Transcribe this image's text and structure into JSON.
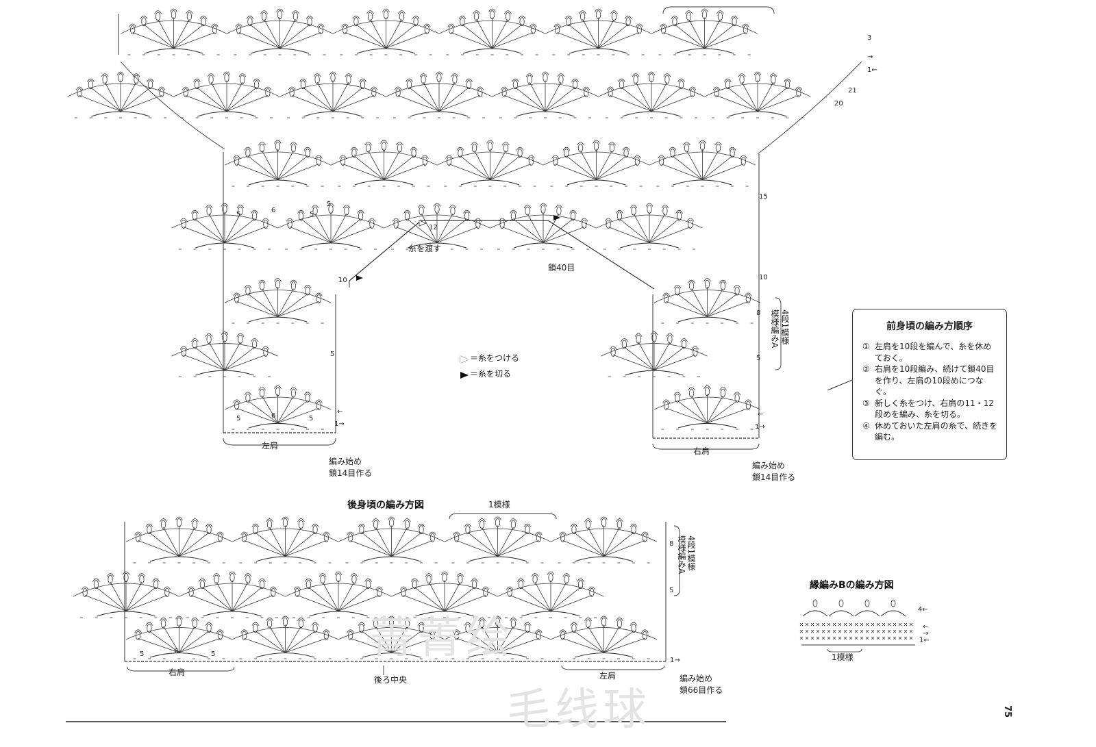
{
  "front": {
    "row_numbers_right": [
      "3",
      "1",
      "21",
      "20",
      "15",
      "10",
      "8",
      "5"
    ],
    "row_numbers_left_shoulder": [
      "5",
      "6",
      "5",
      "5",
      "12",
      "10",
      "5",
      "5",
      "6",
      "5"
    ],
    "row_arrows": [
      "→",
      "1←",
      "←",
      "1→",
      "←",
      "1→"
    ],
    "left_shoulder_label": "左肩",
    "right_shoulder_label": "右肩",
    "start_left": [
      "編み始め",
      "鎖14目作る"
    ],
    "start_right": [
      "編み始め",
      "鎖14目作る"
    ],
    "thread_pass": "糸を渡す",
    "chain40": "鎖40目",
    "pattern_note": "模様編みA",
    "pattern_rows": "4段1模様",
    "legend_attach": "＝糸をつける",
    "legend_cut": "＝糸を切る"
  },
  "order_box": {
    "title": "前身頃の編み方順序",
    "steps": [
      {
        "mark": "①",
        "text": "左肩を10段を編んで、糸を休めておく。"
      },
      {
        "mark": "②",
        "text": "右肩を10段編み、続けて鎖40目を作り、左肩の10段めにつなぐ。"
      },
      {
        "mark": "③",
        "text": "新しく糸をつけ、右肩の11・12段めを編み、糸を切る。"
      },
      {
        "mark": "④",
        "text": "休めておいた左肩の糸で、続きを編む。"
      }
    ]
  },
  "back": {
    "title": "後身頃の編み方図",
    "repeat_label": "1模様",
    "pattern_note": "模様編みA",
    "pattern_rows": "4段1模様",
    "row_numbers": [
      "8",
      "5",
      "5",
      "6",
      "5"
    ],
    "row_arrows": [
      "1→"
    ],
    "right_shoulder": "右肩",
    "left_shoulder": "左肩",
    "center_back": "後ろ中央",
    "start": [
      "編み始め",
      "鎖66目作る"
    ]
  },
  "edge": {
    "title": "縁編みBの編み方図",
    "repeat_label": "1模様",
    "row_labels": [
      "4←",
      "←",
      "→",
      "1←"
    ]
  },
  "page_number": "75",
  "watermark": [
    "菁菁绘",
    "毛线球"
  ]
}
